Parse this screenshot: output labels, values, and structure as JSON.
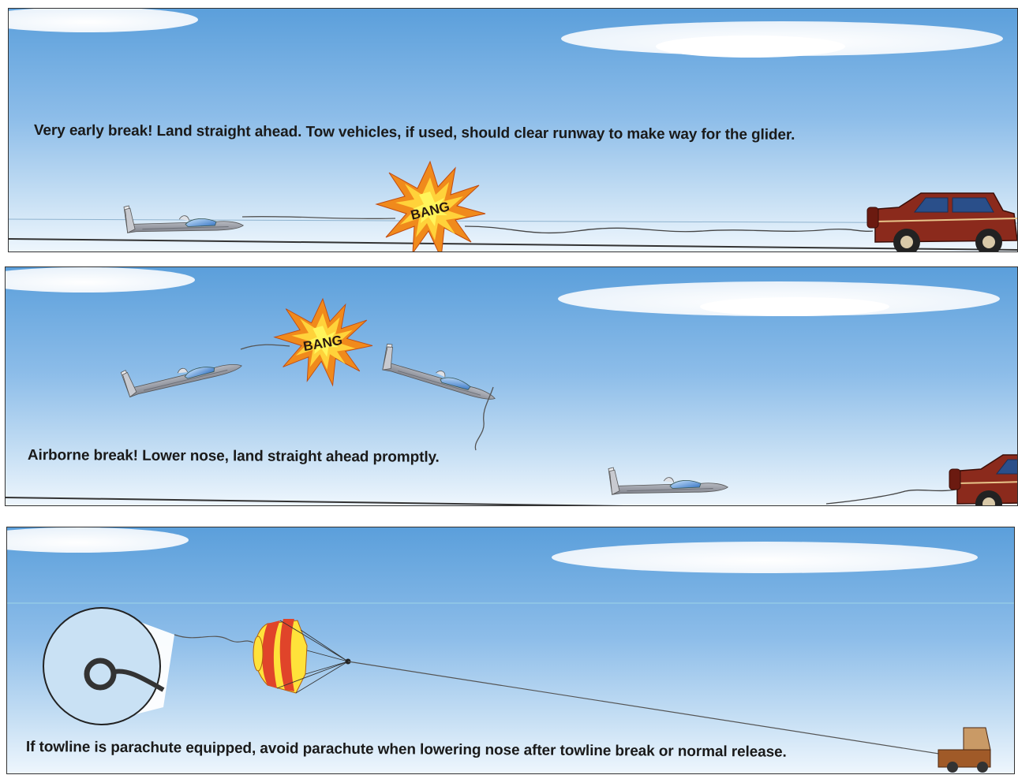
{
  "panels": [
    {
      "caption": "Very early break! Land straight ahead. Tow vehicles, if used, should clear runway to make way for the glider.",
      "burst_text": "BANG"
    },
    {
      "caption": "Airborne break! Lower nose, land straight ahead promptly.",
      "burst_text": "BANG"
    },
    {
      "caption": "If towline is parachute equipped, avoid parachute when lowering nose after towline break or normal release."
    }
  ],
  "icons": {
    "glider": "glider-icon",
    "vehicle": "tow-vehicle-icon",
    "burst": "bang-burst-icon",
    "parachute": "parachute-icon",
    "winch": "winch-icon",
    "detail": "release-ring-detail-icon"
  },
  "colors": {
    "sky_top": "#5b9fdb",
    "sky_bottom": "#eef6fd",
    "vehicle": "#8b2a1c",
    "burst_outer": "#f08a1c",
    "burst_inner": "#fff04a",
    "parachute_red": "#e0442a",
    "parachute_yellow": "#ffe23a"
  }
}
